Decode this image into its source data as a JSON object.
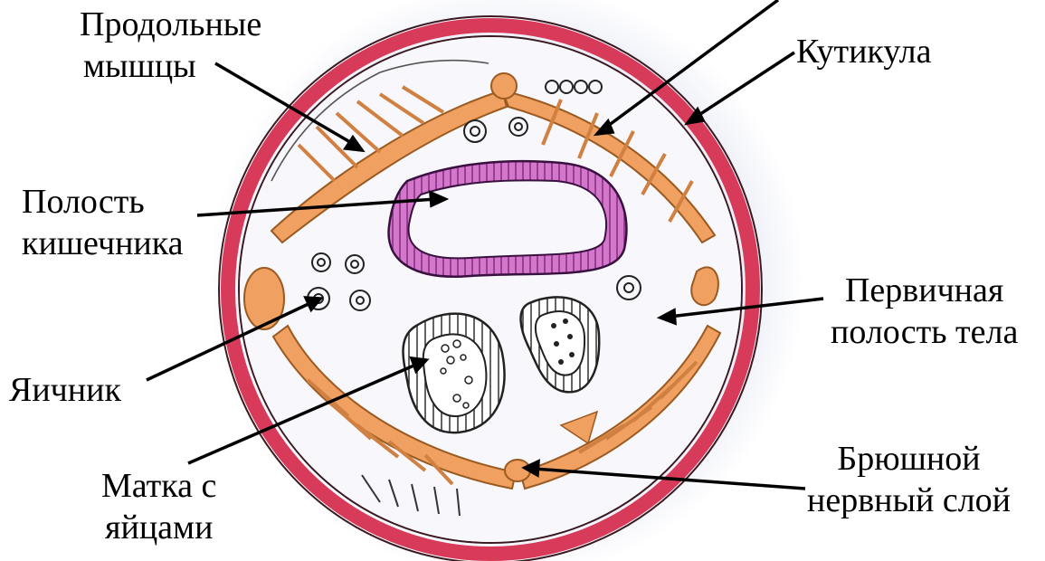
{
  "labels": {
    "longitudinal_muscles": [
      "Продольные",
      "мышцы"
    ],
    "cuticle": "Кутикула",
    "gut_cavity": [
      "Полость",
      "кишечника"
    ],
    "primary_body_cavity": [
      "Первичная",
      "полость тела"
    ],
    "ovary": "Яичник",
    "uterus_with_eggs": [
      "Матка с",
      "яйцами"
    ],
    "ventral_nerve": [
      "Брюшной",
      "нервный слой"
    ]
  },
  "colors": {
    "cuticle": "#d83a5a",
    "muscle": "#f0a060",
    "gut_wall": "#d070c8",
    "background_wash": "#eef0f8",
    "pointer": "#000000"
  }
}
